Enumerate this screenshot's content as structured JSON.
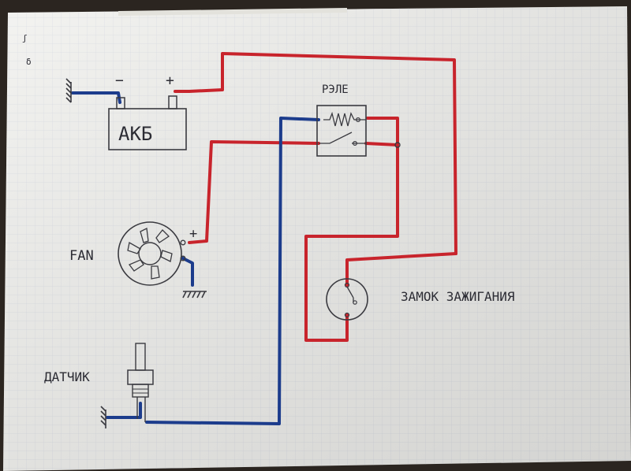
{
  "labels": {
    "battery": "АКБ",
    "battery_minus": "−",
    "battery_plus": "+",
    "relay": "РЭЛЕ",
    "fan": "FAN",
    "fan_plus": "+",
    "ignition": "ЗАМОК ЗАЖИГАНИЯ",
    "sensor": "ДАТЧИК",
    "margin_marks": [
      "ʃ",
      "δ"
    ]
  },
  "colors": {
    "positive_wire": "#c8242c",
    "negative_wire": "#1c3c8c",
    "pencil": "#3a3a40",
    "paper": "#f1f1ee",
    "grid": "#d8dbe2"
  }
}
